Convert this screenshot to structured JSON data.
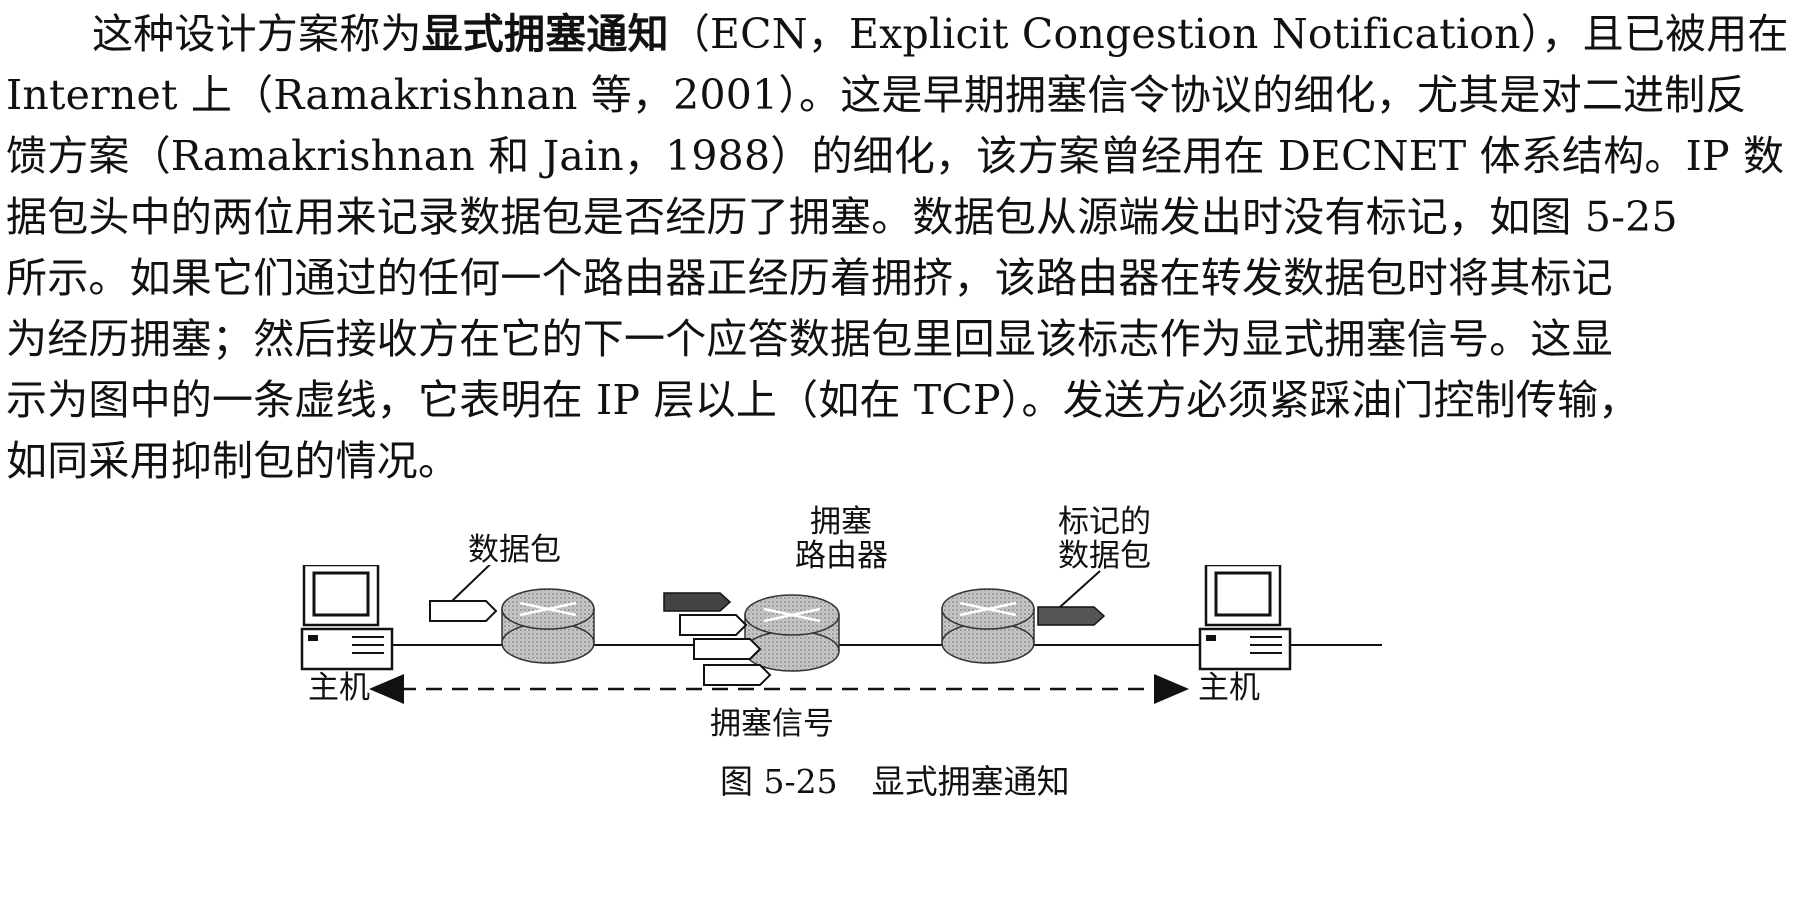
{
  "paragraph": {
    "lines": [
      {
        "before": "这种设计方案称为",
        "bold": "显式拥塞通知",
        "after": "（ECN，Explicit Congestion Notification），且已被用在"
      },
      {
        "before": "Internet 上（Ramakrishnan 等，2001）。这是早期拥塞信令协议的细化，尤其是对二进制反",
        "bold": "",
        "after": ""
      },
      {
        "before": "馈方案（Ramakrishnan 和 Jain，1988）的细化，该方案曾经用在 DECNET 体系结构。IP 数",
        "bold": "",
        "after": ""
      },
      {
        "before": "据包头中的两位用来记录数据包是否经历了拥塞。数据包从源端发出时没有标记，如图 5-25",
        "bold": "",
        "after": ""
      },
      {
        "before": "所示。如果它们通过的任何一个路由器正经历着拥挤，该路由器在转发数据包时将其标记",
        "bold": "",
        "after": ""
      },
      {
        "before": "为经历拥塞；然后接收方在它的下一个应答数据包里回显该标志作为显式拥塞信号。这显",
        "bold": "",
        "after": ""
      },
      {
        "before": "示为图中的一条虚线，它表明在 IP 层以上（如在 TCP）。发送方必须紧踩油门控制传输，",
        "bold": "",
        "after": ""
      },
      {
        "before": "如同采用抑制包的情况。",
        "bold": "",
        "after": ""
      }
    ]
  },
  "figure": {
    "labels": {
      "packet": "数据包",
      "congested_router_line1": "拥塞",
      "congested_router_line2": "路由器",
      "marked_packet_line1": "标记的",
      "marked_packet_line2": "数据包",
      "host_left": "主机",
      "host_right": "主机",
      "signal": "拥塞信号"
    },
    "caption": {
      "number": "图 5-25",
      "title": "显式拥塞通知"
    }
  }
}
